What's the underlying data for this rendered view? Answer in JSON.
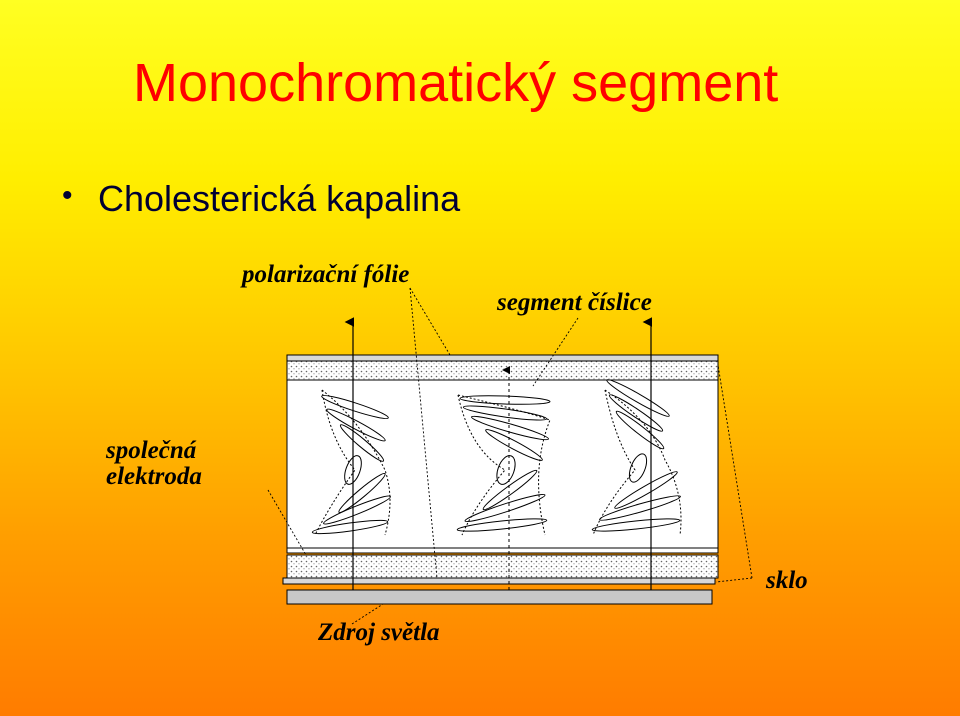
{
  "slide": {
    "title": "Monochromatický segment",
    "bullet_symbol": "•",
    "bullet_text": "Cholesterická kapalina"
  },
  "labels": {
    "polarizing_film": "polarizační fólie",
    "digit_segment": "segment číslice",
    "common_electrode_line1": "společná",
    "common_electrode_line2": "elektroda",
    "glass": "sklo",
    "light_source": "Zdroj světla"
  },
  "colors": {
    "title": "#ff0000",
    "text": "#000033",
    "background_top": "#ffff22",
    "background_bottom": "#ff7c00",
    "cell_interior": "#ffffff",
    "stipple": "#cccccc"
  }
}
